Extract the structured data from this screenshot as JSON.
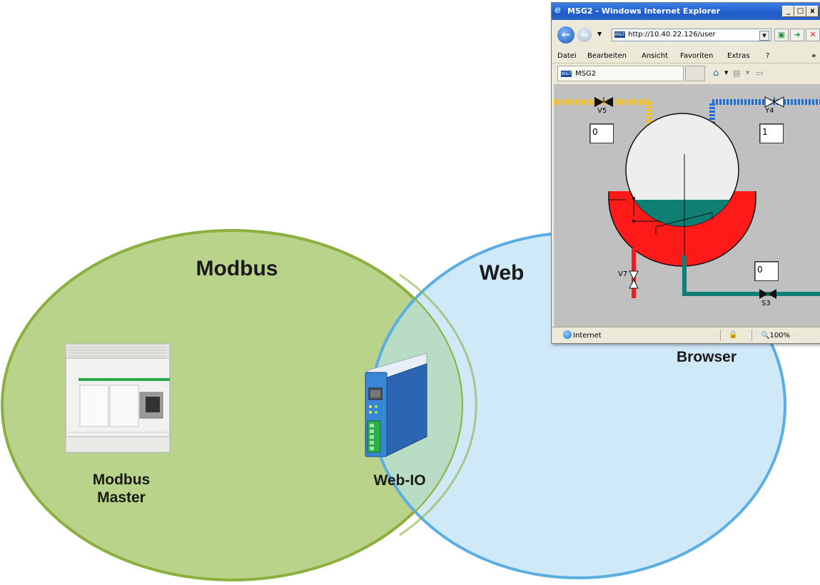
{
  "diagram": {
    "circles": [
      {
        "label": "Modbus",
        "color": "#b9d38b",
        "stroke": "#8bb03e"
      },
      {
        "label": "Web",
        "color": "#cfe9f9",
        "stroke": "#5aaee3"
      }
    ],
    "overlap_color": "#b9dcc4",
    "nodes": {
      "modbus_master": {
        "line1": "Modbus",
        "line2": "Master"
      },
      "web_io": {
        "label": "Web-IO"
      },
      "browser": {
        "label": "Browser"
      }
    }
  },
  "browser_window": {
    "title": "MSG2 - Windows Internet Explorer",
    "address": "http://10.40.22.126/user",
    "favicon_text": "W&T",
    "menu": [
      "Datei",
      "Bearbeiten",
      "Ansicht",
      "Favoriten",
      "Extras",
      "?"
    ],
    "menu_overflow": "»",
    "tab_label": "MSG2",
    "status_zone": "Internet",
    "zoom": "100%",
    "window_buttons": [
      "_",
      "□",
      "x"
    ],
    "process": {
      "valves": [
        "V5",
        "Y4",
        "V7",
        "S3"
      ],
      "values": {
        "V5": "0",
        "Y4": "1",
        "S3": "0"
      },
      "colors": {
        "yellow": "#f7c21b",
        "blue": "#1e6fd8",
        "teal": "#0e7f72",
        "red": "#ff1a1a",
        "tank": "#eeeeee"
      }
    }
  }
}
